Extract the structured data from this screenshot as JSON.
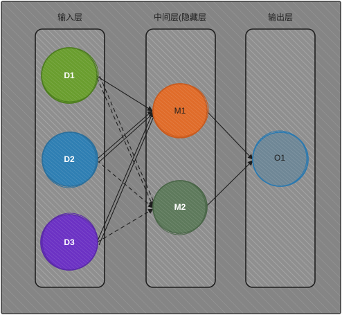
{
  "diagram": {
    "layers": [
      {
        "title": "输入层"
      },
      {
        "title": "中间层(隐藏层"
      },
      {
        "title": "输出层"
      }
    ],
    "nodes": {
      "d1": {
        "label": "D1",
        "fill": "#6a9e2f",
        "stroke": "#4d7d1f"
      },
      "d2": {
        "label": "D2",
        "fill": "#2f7fb3",
        "stroke": "#2a6f9c"
      },
      "d3": {
        "label": "D3",
        "fill": "#6c32c4",
        "stroke": "#5a2aa8"
      },
      "m1": {
        "label": "M1",
        "fill": "#e06c2a",
        "stroke": "#c85a1e"
      },
      "m2": {
        "label": "M2",
        "fill": "#5e7a5c",
        "stroke": "#4a6648"
      },
      "o1": {
        "label": "O1",
        "fill": "#6f8796",
        "stroke": "#2a79b0"
      }
    },
    "colors": {
      "outer_bg": "#8a8a8a",
      "column_fill": "#8f8f8f",
      "hatch": "#b3b3b3",
      "edge": "#1e1e1e"
    }
  }
}
